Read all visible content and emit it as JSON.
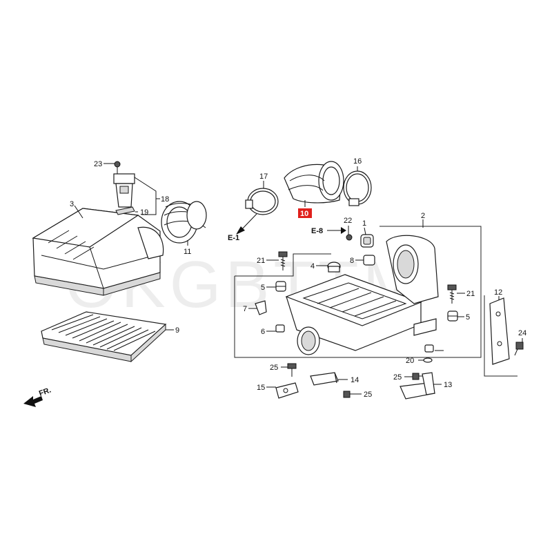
{
  "watermark": "OKGBTTM",
  "refs": {
    "e1": "E-1",
    "e8": "E-8",
    "fr": "FR."
  },
  "callouts": {
    "p1": "1",
    "p2": "2",
    "p3": "3",
    "p4": "4",
    "p5a": "5",
    "p5b": "5",
    "p6": "6",
    "p7": "7",
    "p8": "8",
    "p9": "9",
    "p10": "10",
    "p11": "11",
    "p12": "12",
    "p13": "13",
    "p14": "14",
    "p15": "15",
    "p16": "16",
    "p17": "17",
    "p18": "18",
    "p19": "19",
    "p20": "20",
    "p21a": "21",
    "p21b": "21",
    "p22": "22",
    "p23": "23",
    "p24": "24",
    "p25a": "25",
    "p25b": "25",
    "p25c": "25"
  },
  "highlight_color": "#e0201c"
}
